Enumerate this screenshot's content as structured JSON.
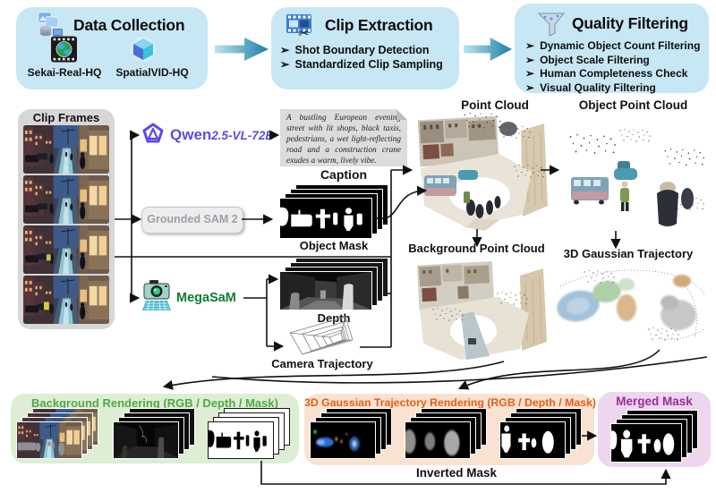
{
  "stages": {
    "bullet": "➢",
    "data_collection": {
      "title": "Data Collection",
      "datasets": [
        "Sekai-Real-HQ",
        "SpatialVID-HQ"
      ]
    },
    "clip_extraction": {
      "title": "Clip Extraction",
      "bullets": [
        "Shot Boundary Detection",
        "Standardized Clip Sampling"
      ]
    },
    "quality_filtering": {
      "title": "Quality Filtering",
      "bullets": [
        "Dynamic Object Count Filtering",
        "Object Scale Filtering",
        "Human Completeness Check",
        "Visual Quality Filtering"
      ]
    }
  },
  "annotation": {
    "clip_frames": "Clip Frames",
    "qwen_name": "Qwen",
    "qwen_version": "2.5-VL-72B",
    "caption_text": "A bustling European evening street with lit shops, black taxis, pedestrians, a wet light-reflecting road and a construction crane exudes a warm, lively vibe.",
    "caption": "Caption",
    "grounded_sam": "Grounded SAM 2",
    "object_mask": "Object Mask",
    "megasam": "MegaSaM",
    "depth": "Depth",
    "camera_trajectory": "Camera Trajectory"
  },
  "reconstruction": {
    "point_cloud": "Point Cloud",
    "object_point_cloud": "Object Point Cloud",
    "background_point_cloud": "Background Point Cloud",
    "gaussian_trajectory": "3D Gaussian Trajectory"
  },
  "rendering": {
    "background_title": "Background Rendering (RGB / Depth / Mask)",
    "gaussian_title": "3D Gaussian Trajectory Rendering (RGB / Depth / Mask)",
    "merged_mask": "Merged Mask",
    "inverted_mask": "Inverted Mask"
  },
  "icons": {
    "data_collection": "database-photos-icon",
    "sekai": "film-globe-icon",
    "spatialvid": "cube-icon",
    "clip_extraction": "film-scissors-icon",
    "quality_filtering": "funnel-icon",
    "qwen": "qwen-logo-icon",
    "megasam": "camera-icon"
  },
  "colors": {
    "stage_fill": "#c8e7f4",
    "arrow_light": "#bfe3ef",
    "arrow_dark": "#1b7fa6",
    "qwen": "#5b4be9",
    "sam_text": "#9aa0a8",
    "megasam": "#0e7d32",
    "caption_bg": "#dcdcdc",
    "frame_grey": "#d7d7d7",
    "green_fill": "#ddeed4",
    "green_title": "#53a843",
    "orange_fill": "#fae2d2",
    "orange_title": "#e55d15",
    "pink_fill": "#eed6ee",
    "purple_title": "#952d95"
  }
}
